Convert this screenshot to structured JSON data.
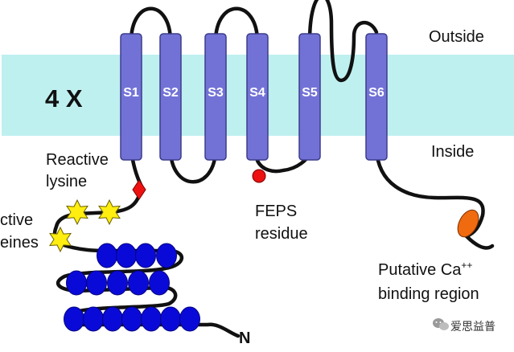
{
  "colors": {
    "membrane": "#bff0f0",
    "helix": "#7272d6",
    "helix_stroke": "#3c3c8c",
    "backbone": "#111111",
    "ring": "#0a0ad8",
    "star": "#ffee10",
    "diamond": "#ee1111",
    "feps_dot": "#ee1111",
    "ca_site": "#f06a10"
  },
  "labels": {
    "outside": "Outside",
    "inside": "Inside",
    "repeat": "4 X",
    "reactive_lysine_line1": "Reactive",
    "reactive_lysine_line2": "lysine",
    "reactive_cysteines_line1": "ctive",
    "reactive_cysteines_line2": "eines",
    "feps_line1": "FEPS",
    "feps_line2": "residue",
    "ca_line1": "Putative Ca",
    "ca_superscript": "++",
    "ca_line2": "binding region",
    "n_terminus": "N",
    "watermark": "爱思益普"
  },
  "segments": [
    "S1",
    "S2",
    "S3",
    "S4",
    "S5",
    "S6"
  ],
  "icons": {
    "watermark": "wechat-logo-icon",
    "cysteine": "star-icon",
    "lysine": "diamond-icon",
    "ankyrin": "circle-icon"
  }
}
